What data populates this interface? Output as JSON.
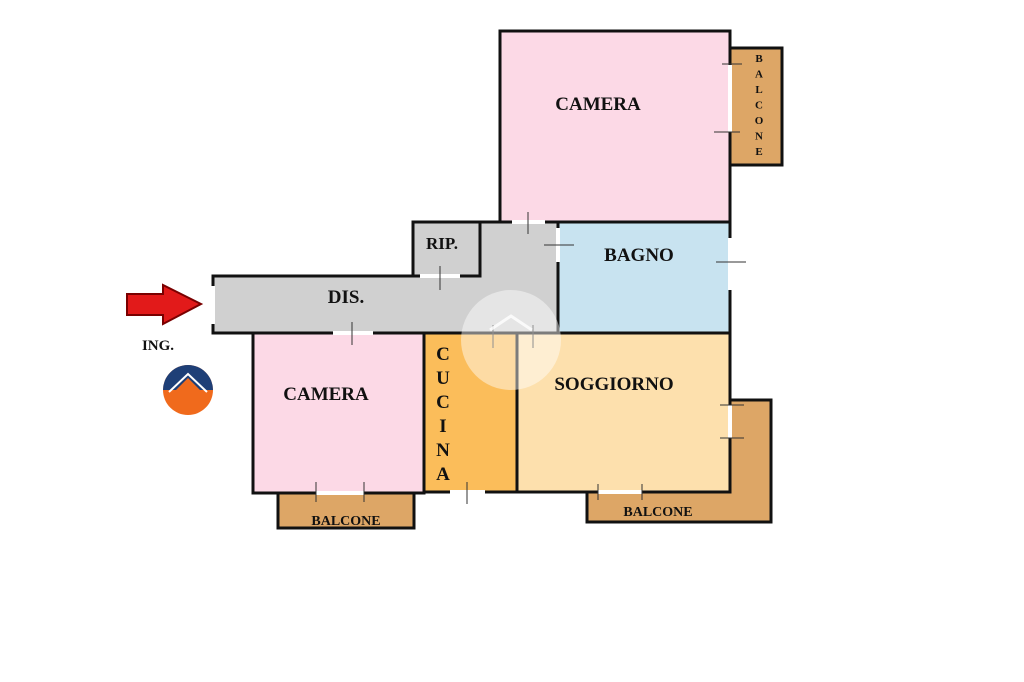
{
  "rooms": {
    "camera_top": "CAMERA",
    "camera_left": "CAMERA",
    "bagno": "BAGNO",
    "soggiorno": "SOGGIORNO",
    "cucina": "CUCINA",
    "dis": "DIS.",
    "rip": "RIP."
  },
  "balconies": {
    "top_right": "BALCONE",
    "bottom_left": "BALCONE",
    "bottom_right": "BALCONE"
  },
  "entrance": {
    "label": "ING."
  },
  "colors": {
    "camera": "#fcd9e6",
    "bagno": "#c8e3f0",
    "soggiorno": "#fde0ad",
    "cucina": "#fbbd5a",
    "corridor": "#d0d0d0",
    "balcone": "#dda666",
    "wall": "#111111",
    "arrow": "#e21a1a",
    "logo_blue": "#1e3f77",
    "logo_orange": "#f06a1c"
  }
}
